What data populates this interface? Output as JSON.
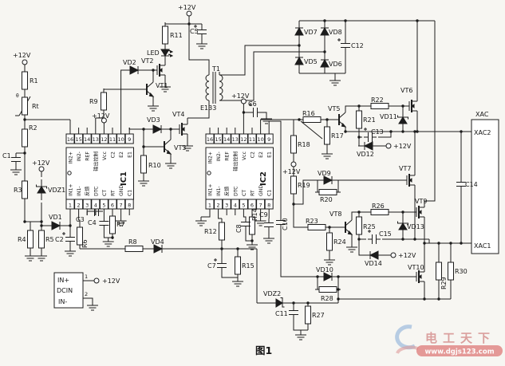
{
  "figure": {
    "caption": "图1"
  },
  "watermark": {
    "brand": "电工天下",
    "url": "www.dgjs123.com"
  },
  "power": {
    "v12": "+12V"
  },
  "labels": {
    "r1": "R1",
    "r2": "R2",
    "r3": "R3",
    "r4": "R4",
    "r5": "R5",
    "r6": "R6",
    "r7": "R7",
    "r8": "R8",
    "r9": "R9",
    "r10": "R10",
    "r11": "R11",
    "r12": "R12",
    "r14": "R14",
    "r15": "R15",
    "r16": "R16",
    "r17": "R17",
    "r18": "R18",
    "r19": "R19",
    "r20": "R20",
    "r21": "R21",
    "r22": "R22",
    "r23": "R23",
    "r24": "R24",
    "r25": "R25",
    "r26": "R26",
    "r27": "R27",
    "r28": "R28",
    "r29": "R29",
    "r30": "R30",
    "rt": "Rt",
    "rt_theta": "θ",
    "c1": "C1",
    "c2": "C2",
    "c3": "C3",
    "c4": "C4",
    "c5": "C5",
    "c6": "C6",
    "c7": "C7",
    "c8": "C8",
    "c9": "C9",
    "c10": "C10",
    "c11": "C11",
    "c12": "C12",
    "c13": "C13",
    "c14": "C14",
    "c15": "C15",
    "vd1": "VD1",
    "vd2": "VD2",
    "vd3": "VD3",
    "vd4": "VD4",
    "vd5": "VD5",
    "vd6": "VD6",
    "vd7": "VD7",
    "vd8": "VD8",
    "vd9": "VD9",
    "vd10": "VD10",
    "vd11": "VD11",
    "vd12": "VD12",
    "vd13": "VD13",
    "vd14": "VD14",
    "vdz1": "VDZ1",
    "vdz2": "VDZ2",
    "led": "LED",
    "vt1": "VT1",
    "vt2": "VT2",
    "vt3": "VT3",
    "vt4": "VT4",
    "vt5": "VT5",
    "vt6": "VT6",
    "vt7": "VT7",
    "vt8": "VT8",
    "vt9": "VT9",
    "vt10": "VT10",
    "t1": "T1",
    "t1_core": "E133",
    "ic1": "IC1",
    "ic2": "IC2"
  },
  "ic_pins": {
    "top_numbers": [
      "16",
      "15",
      "14",
      "13",
      "12",
      "11",
      "10",
      "9"
    ],
    "top_labels": [
      "IN2+",
      "IN2-",
      "REF",
      "输出控制",
      "Vcc",
      "C2",
      "E2",
      "E1"
    ],
    "bottom_numbers": [
      "1",
      "2",
      "3",
      "4",
      "5",
      "6",
      "7",
      "8"
    ],
    "bottom_labels": [
      "IN1+",
      "IN1-",
      "反馈",
      "DTC",
      "CT",
      "RT",
      "GND",
      "C1"
    ]
  },
  "connectors": {
    "dcin": {
      "name": "DCIN",
      "pin1_num": "1",
      "pin1_label": "IN+",
      "pin2_num": "2",
      "pin2_label": "IN-"
    },
    "xac": {
      "name": "XAC",
      "top": "XAC2",
      "bottom": "XAC1"
    }
  }
}
